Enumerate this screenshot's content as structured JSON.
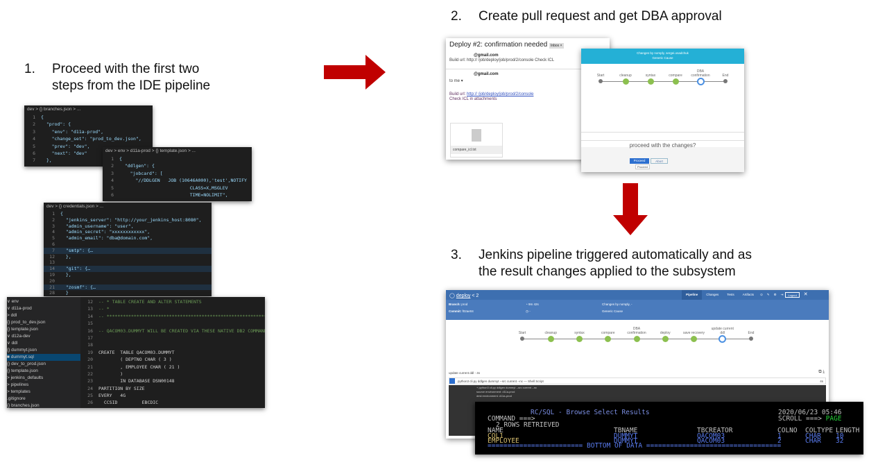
{
  "steps": [
    {
      "num": "1.",
      "lines": [
        "Proceed with the first two",
        "steps from the IDE pipeline"
      ]
    },
    {
      "num": "2.",
      "lines": [
        "Create pull request and get DBA approval"
      ]
    },
    {
      "num": "3.",
      "lines": [
        "Jenkins pipeline triggered automatically and as",
        "the result changes applied to the subsystem"
      ]
    }
  ],
  "colors": {
    "arrow": "#c00000",
    "jenkins_blue": "#3d6fb0",
    "dialog_header": "#24b0d6",
    "success": "#8cc04f"
  },
  "ide": {
    "branches": {
      "crumb": "dev > {} branches.json > ...",
      "lines": [
        [
          "1",
          "{"
        ],
        [
          "2",
          "  \"prod\": {"
        ],
        [
          "3",
          "    \"env\": \"d11a-prod\","
        ],
        [
          "4",
          "    \"change_set\": \"prod_to_dev.json\","
        ],
        [
          "5",
          "    \"prev\": \"dev\","
        ],
        [
          "6",
          "    \"next\": \"dev\""
        ],
        [
          "7",
          "  },"
        ]
      ]
    },
    "template": {
      "crumb": "dev > env > d11a-prod > {} template.json > ...",
      "lines": [
        [
          "1",
          "{"
        ],
        [
          "2",
          "  \"ddlgen\": {"
        ],
        [
          "3",
          "    \"jobcard\": ["
        ],
        [
          "4",
          "      \"//DDLGEN   JOB (10646A000),'test',NOTIFY"
        ],
        [
          "5",
          "                          CLASS=X,MSGLEV"
        ],
        [
          "6",
          "                          TIME=NOLIMIT\","
        ]
      ]
    },
    "credentials": {
      "crumb": "dev > {} credentials.json > ...",
      "lines": [
        [
          "1",
          "{"
        ],
        [
          "2",
          "  \"jenkins_server\": \"http://your_jenkins_host:8080\","
        ],
        [
          "3",
          "  \"admin_username\": \"user\","
        ],
        [
          "4",
          "  \"admin_secret\": \"xxxxxxxxxxxx\","
        ],
        [
          "5",
          "  \"admin_email\": \"dba@domain.com\","
        ],
        [
          "6",
          ""
        ],
        [
          "7",
          "  \"smtp\": {…"
        ],
        [
          "12",
          "  },"
        ],
        [
          "13",
          ""
        ],
        [
          "14",
          "  \"git\": {…"
        ],
        [
          "19",
          "  },"
        ],
        [
          "20",
          ""
        ],
        [
          "21",
          "  \"zosmf\": {…"
        ],
        [
          "28",
          "  }"
        ]
      ]
    },
    "explorer": [
      "∨ env",
      "  ∨ d11a-prod",
      "    > ddl",
      "    {} prod_to_dev.json",
      "    {} template.json",
      "  ∨ d12a-dev",
      "    ∨ ddl",
      "      {} dummyt.json",
      "      ■ dummyt.sql",
      "    {} dev_to_prod.json",
      "    {} template.json",
      "> jenkins_defaults",
      "> pipelines",
      "> templates",
      "  .gitignore",
      "{} branches.json"
    ],
    "sql": [
      [
        "12",
        "-- * TABLE CREATE AND ALTER STATEMENTS                         *"
      ],
      [
        "13",
        "-- *                                                           *"
      ],
      [
        "14",
        "-- ************************************************************"
      ],
      [
        "15",
        ""
      ],
      [
        "16",
        "-- QACOM03.DUMMYT WILL BE CREATED VIA THESE NATIVE DB2 COMMANDS."
      ],
      [
        "17",
        ""
      ],
      [
        "18",
        ""
      ],
      [
        "19",
        "CREATE  TABLE QACOM03.DUMMYT"
      ],
      [
        "20",
        "        ( DEPTNO CHAR ( 3 )"
      ],
      [
        "21",
        "        , EMPLOYEE CHAR ( 21 )"
      ],
      [
        "22",
        "        )"
      ],
      [
        "23",
        "        IN DATABASE DSN00148"
      ],
      [
        "24",
        "PARTITION BY SIZE"
      ],
      [
        "25",
        "EVERY   4G"
      ],
      [
        "26",
        "  CCSID         EBCDIC"
      ],
      [
        "27",
        "  ;"
      ],
      [
        "28",
        ""
      ],
      [
        "29",
        ""
      ]
    ]
  },
  "email": {
    "subject": "Deploy #2: confirmation needed",
    "badge": "Inbox ×",
    "sender1": "@gmail.com",
    "line1": "Build url: http://                    /job/deploy/job/prod/2/console Check ICL",
    "sender2": "@gmail.com",
    "to": "to me ▾",
    "build_label": "Build url:",
    "build_link": "http://                 /job/deploy/job/prod/2/console",
    "check": "Check ICL in attachments",
    "attachment": "compare_icl.txt"
  },
  "dialog": {
    "header1": "Changes by nomply, sergei.osadchuk",
    "header2": "Generic Cause",
    "stages": [
      "Start",
      "cleanup",
      "syntax",
      "compare",
      "DBA confirmation",
      "End"
    ],
    "question": "proceed with the changes?",
    "proceed": "Proceed",
    "abort": "Abort",
    "tooltip": "Proceed"
  },
  "jenkins": {
    "title": "deploy",
    "run": "< 2",
    "tabs": [
      "Pipeline",
      "Changes",
      "Tests",
      "Artifacts"
    ],
    "logout": "Logout",
    "branch_label": "Branch:",
    "branch": "prod",
    "commit_label": "Commit:",
    "commit": "f02ae04",
    "duration": "9m 42s",
    "ago": "-",
    "changes": "Changes by nomply, -",
    "cause": "Generic Cause",
    "stages": [
      "Start",
      "cleanup",
      "syntax",
      "compare",
      "DBA confirmation",
      "deploy",
      "save recovery",
      "update current ddl",
      "End"
    ],
    "step_title": "update current ddl - 4s",
    "shell": "python3 cli.py ddlgen dummyt --src current --nc  — Shell Script",
    "shell_time": "4s",
    "log": [
      "+ python3 cli.py ddlgen dummyt --src current --nc",
      "source environment: d11a-prod",
      "dest environment: d11a-prod"
    ]
  },
  "terminal": {
    "title": "RC/SQL - Browse Select Results",
    "date": "2020/06/23 05:46",
    "command": "COMMAND ===>",
    "scroll": "SCROLL ===>",
    "scroll_val": "PAGE",
    "rows": "2 ROWS RETRIEVED",
    "headers": [
      "NAME",
      "TBNAME",
      "TBCREATOR",
      "COLNO",
      "COLTYPE",
      "LENGTH"
    ],
    "data": [
      [
        "COL1",
        "DUMMYT",
        "QACOM03",
        "1",
        "CHAR",
        "10"
      ],
      [
        "EMPLOYEE",
        "DUMMYT",
        "QACOM03",
        "2",
        "CHAR",
        "32"
      ]
    ],
    "bottom": "BOTTOM OF DATA"
  }
}
